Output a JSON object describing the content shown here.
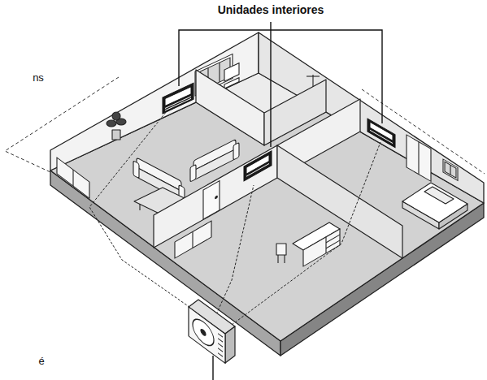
{
  "diagram": {
    "labels": [
      "Unidades interiores",
      "ns",
      "é"
    ]
  }
}
